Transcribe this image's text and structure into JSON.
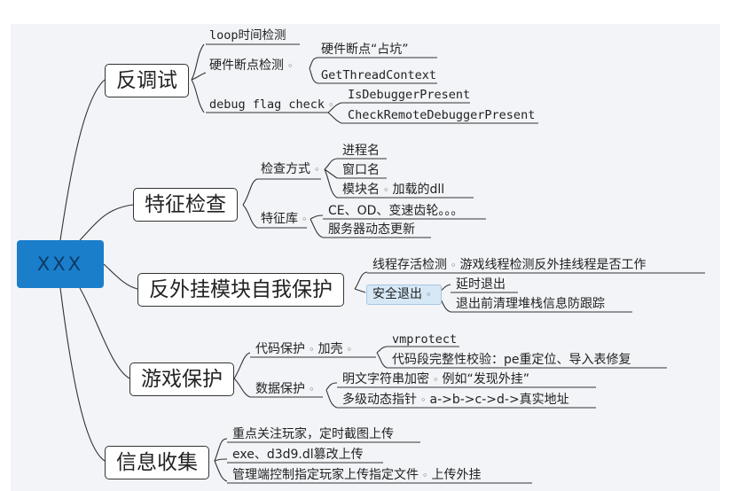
{
  "root": {
    "label": "XXX"
  },
  "branches": {
    "anti_debug": {
      "label": "反调试",
      "items": {
        "loop": "loop时间检测",
        "hw_bp": "硬件断点检测",
        "hw_bp_sub1": "硬件断点“占坑”",
        "hw_bp_sub2": "GetThreadContext",
        "debug_flag": "debug flag check",
        "flag_sub1": "IsDebuggerPresent",
        "flag_sub2": "CheckRemoteDebuggerPresent"
      }
    },
    "feature_check": {
      "label": "特征检查",
      "items": {
        "method": "检查方式",
        "process_name": "进程名",
        "window_name": "窗口名",
        "module_name": "模块名",
        "module_detail": "加载的dll",
        "feature_db": "特征库",
        "db_sub1": "CE、OD、变速齿轮。。。",
        "db_sub2": "服务器动态更新"
      }
    },
    "self_protect": {
      "label": "反外挂模块自我保护",
      "items": {
        "alive": "线程存活检测",
        "alive_detail": "游戏线程检测反外挂线程是否工作",
        "safe_exit": "安全退出",
        "exit_sub1": "延时退出",
        "exit_sub2": "退出前清理堆栈信息防跟踪"
      }
    },
    "game_protect": {
      "label": "游戏保护",
      "items": {
        "code_protect": "代码保护",
        "packer": "加壳",
        "packer_sub1": "vmprotect",
        "packer_sub2": "代码段完整性校验：pe重定位、导入表修复",
        "data_protect": "数据保护",
        "str_encrypt": "明文字符串加密",
        "str_detail": "例如“发现外挂”",
        "pointer": "多级动态指针",
        "pointer_detail": "a->b->c->d->真实地址"
      }
    },
    "info_collect": {
      "label": "信息收集",
      "items": {
        "screenshot": "重点关注玩家，定时截图上传",
        "tamper": "exe、d3d9.dl篡改上传",
        "upload": "管理端控制指定玩家上传指定文件",
        "upload_detail": "上传外挂"
      }
    }
  },
  "colors": {
    "root_fill": "#1a7ecb",
    "highlight_fill": "#d6e8f6",
    "line": "#333333",
    "canvas": "#f2f4f7"
  }
}
